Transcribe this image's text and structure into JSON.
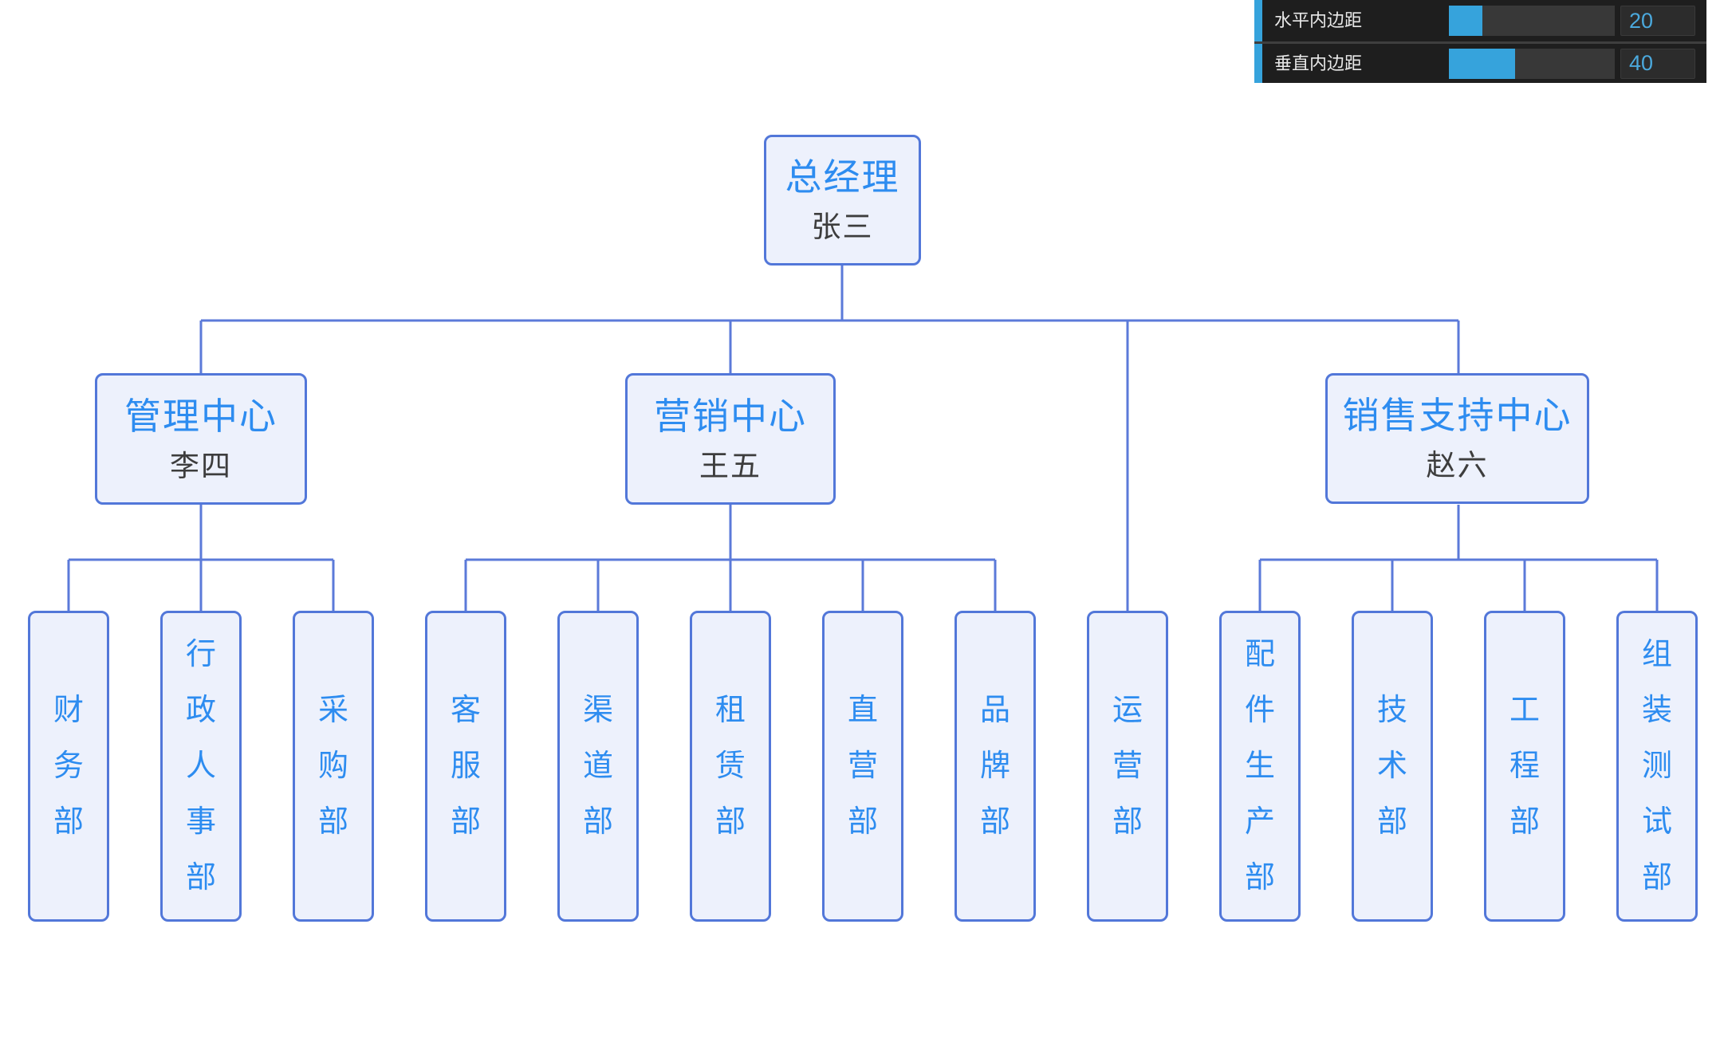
{
  "settings_panel": {
    "rows": [
      {
        "label": "水平内边距",
        "value": "20",
        "fill_percent": 20
      },
      {
        "label": "垂直内边距",
        "value": "40",
        "fill_percent": 40
      }
    ]
  },
  "org_chart": {
    "tree": {
      "title": "总经理",
      "name": "张三",
      "children": [
        {
          "title": "管理中心",
          "name": "李四",
          "children": [
            {
              "title": "财务部"
            },
            {
              "title": "行政人事部"
            },
            {
              "title": "采购部"
            }
          ]
        },
        {
          "title": "营销中心",
          "name": "王五",
          "children": [
            {
              "title": "客服部"
            },
            {
              "title": "渠道部"
            },
            {
              "title": "租赁部"
            },
            {
              "title": "直营部"
            },
            {
              "title": "品牌部"
            }
          ]
        },
        {
          "title": "运营部"
        },
        {
          "title": "销售支持中心",
          "name": "赵六",
          "children": [
            {
              "title": "配件生产部"
            },
            {
              "title": "技术部"
            },
            {
              "title": "工程部"
            },
            {
              "title": "组装测试部"
            }
          ]
        }
      ]
    }
  },
  "colors": {
    "node-title": "#2d8cf0",
    "node-name": "#3d3d3d",
    "node-border": "#5277d9",
    "node-fill": "#edf1fc",
    "connector": "#5b7ad9",
    "panel-bg": "#1e1e1e",
    "panel-accent": "#36a3dc",
    "panel-value": "#4ba9dd"
  }
}
